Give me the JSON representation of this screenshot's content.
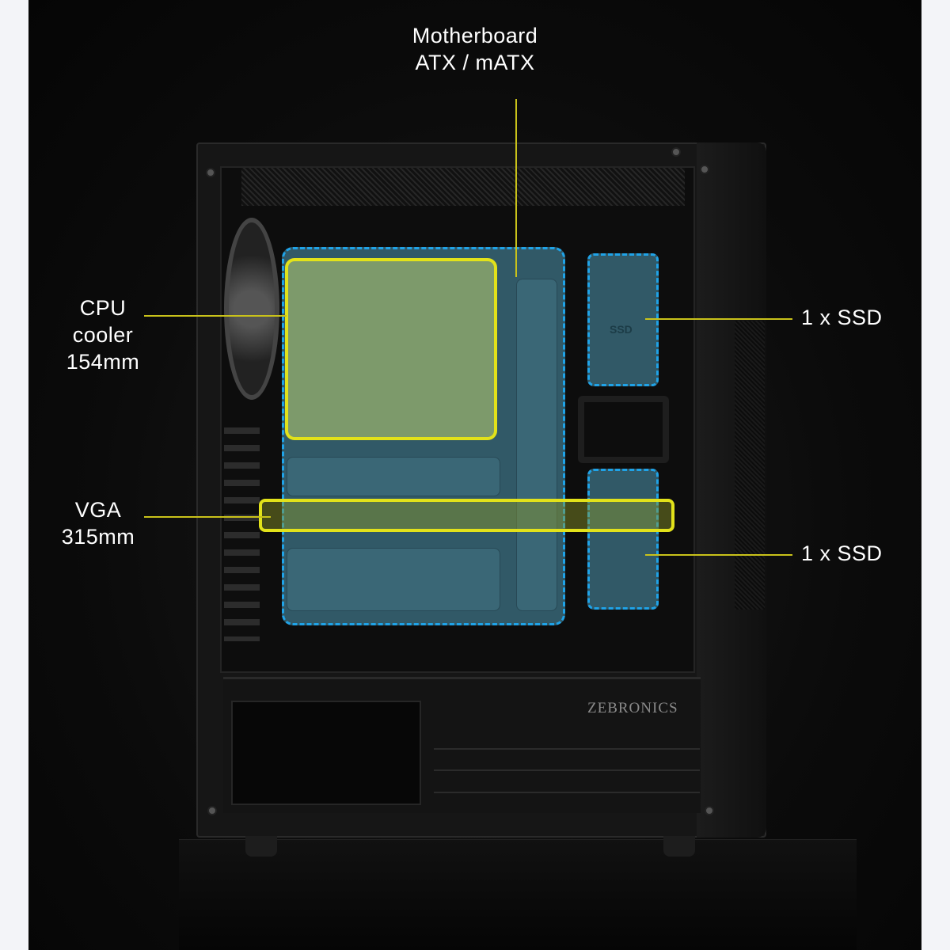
{
  "labels": {
    "motherboard": [
      "Motherboard",
      "ATX / mATX"
    ],
    "cpu_cooler": [
      "CPU",
      "cooler",
      "154mm"
    ],
    "vga": [
      "VGA",
      "315mm"
    ],
    "ssd_top": "1 x SSD",
    "ssd_bottom": "1 x SSD"
  },
  "bay_text": "SSD",
  "brand": "ZEBRONICS",
  "colors": {
    "highlight": "#e2e21a",
    "dash": "#1fa3e8",
    "leader": "#c9c21a"
  }
}
